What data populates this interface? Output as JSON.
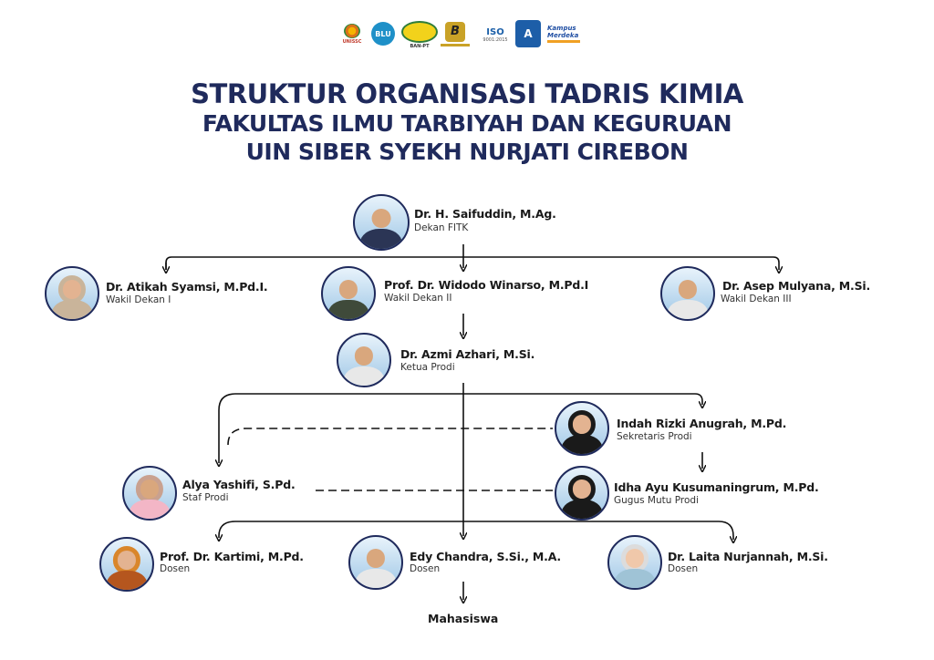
{
  "logos": [
    {
      "icon": "unissc-logo",
      "text": "UNISSC"
    },
    {
      "icon": "blu-logo",
      "text": "BLU"
    },
    {
      "icon": "ban-pt-logo",
      "text": "BAN-PT"
    },
    {
      "icon": "accreditation-b-logo",
      "text": "B"
    },
    {
      "icon": "iso-logo",
      "text": "ISO",
      "subtext": "9001:2015"
    },
    {
      "icon": "tuv-logo",
      "text": "A"
    },
    {
      "icon": "kampus-merdeka-logo",
      "text": "Kampus",
      "subtext": "Merdeka"
    }
  ],
  "title": {
    "line1": "STRUKTUR ORGANISASI TADRIS KIMIA",
    "line2": "FAKULTAS ILMU TARBIYAH DAN KEGURUAN",
    "line3": "UIN SIBER SYEKH NURJATI CIREBON",
    "color": "#1f2a5c"
  },
  "people": {
    "dekan": {
      "name": "Dr. H. Saifuddin, M.Ag.",
      "role": "Dekan FITK"
    },
    "wd1": {
      "name": "Dr. Atikah Syamsi, M.Pd.I.",
      "role": "Wakil Dekan I"
    },
    "wd2": {
      "name": "Prof. Dr. Widodo Winarso, M.Pd.I",
      "role": "Wakil Dekan II"
    },
    "wd3": {
      "name": "Dr. Asep Mulyana, M.Si.",
      "role": "Wakil Dekan III"
    },
    "kaprodi": {
      "name": "Dr. Azmi Azhari, M.Si.",
      "role": "Ketua Prodi"
    },
    "sekprodi": {
      "name": "Indah Rizki Anugrah, M.Pd.",
      "role": "Sekretaris Prodi"
    },
    "staf": {
      "name": "Alya Yashifi, S.Pd.",
      "role": "Staf Prodi"
    },
    "gugus": {
      "name": "Idha Ayu Kusumaningrum, M.Pd.",
      "role": "Gugus Mutu Prodi"
    },
    "dosen1": {
      "name": "Prof. Dr. Kartimi, M.Pd.",
      "role": "Dosen"
    },
    "dosen2": {
      "name": "Edy Chandra, S.Si., M.A.",
      "role": "Dosen"
    },
    "dosen3": {
      "name": "Dr. Laita Nurjannah, M.Si.",
      "role": "Dosen"
    }
  },
  "mahasiswa": "Mahasiswa",
  "line_color": "#111111"
}
